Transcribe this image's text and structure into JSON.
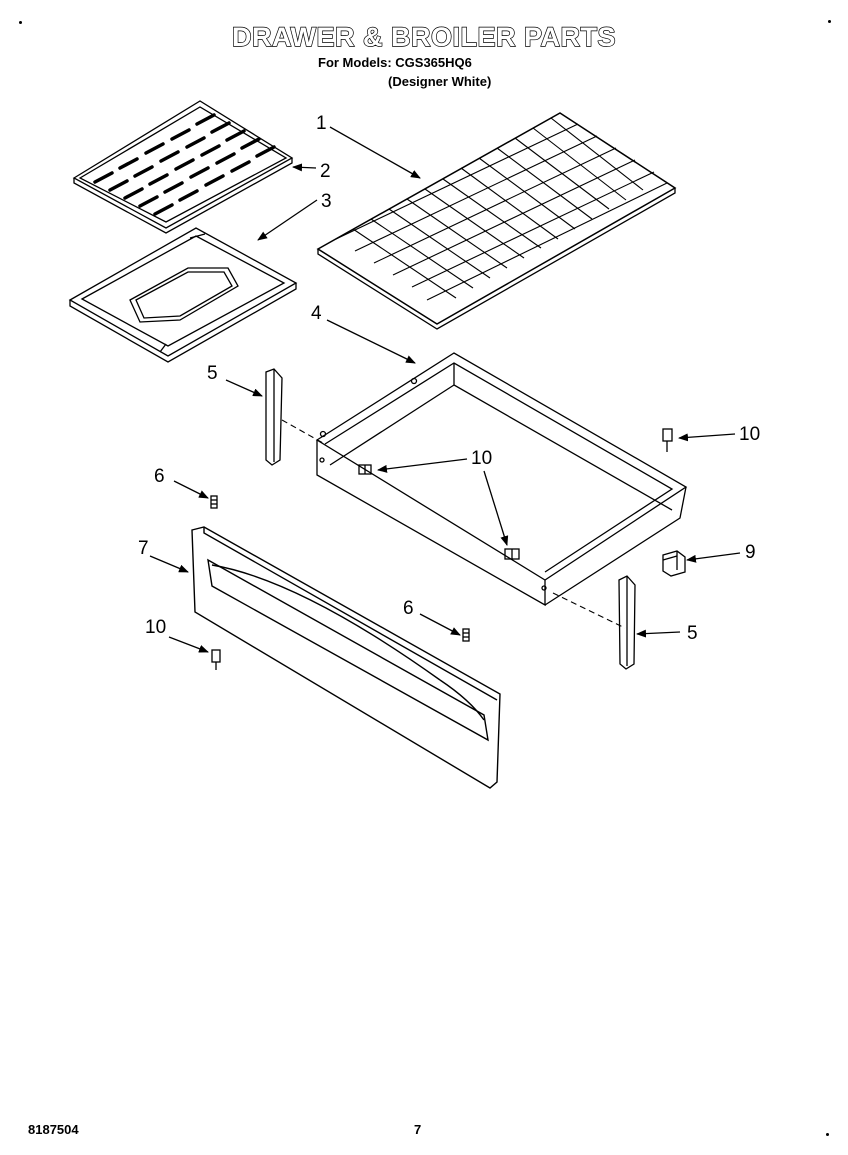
{
  "header": {
    "title": "DRAWER & BROILER PARTS",
    "models_line": "For Models: CGS365HQ6",
    "variant_line": "(Designer White)"
  },
  "callouts": [
    {
      "id": "c1",
      "text": "1"
    },
    {
      "id": "c2",
      "text": "2"
    },
    {
      "id": "c3",
      "text": "3"
    },
    {
      "id": "c4",
      "text": "4"
    },
    {
      "id": "c5a",
      "text": "5"
    },
    {
      "id": "c5b",
      "text": "5"
    },
    {
      "id": "c6a",
      "text": "6"
    },
    {
      "id": "c6b",
      "text": "6"
    },
    {
      "id": "c7",
      "text": "7"
    },
    {
      "id": "c9",
      "text": "9"
    },
    {
      "id": "c10a",
      "text": "10"
    },
    {
      "id": "c10b",
      "text": "10"
    },
    {
      "id": "c10c",
      "text": "10"
    }
  ],
  "footer": {
    "part_number": "8187504",
    "page_number": "7"
  }
}
